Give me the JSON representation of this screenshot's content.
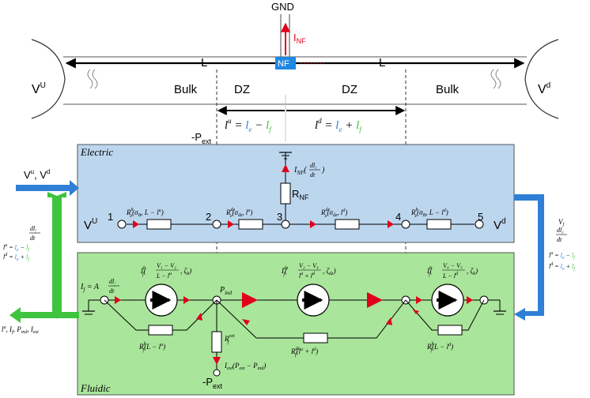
{
  "top": {
    "gnd": "GND",
    "i_nf_main": "I",
    "i_nf_sub": "NF",
    "nf_label": "NF",
    "length_left": "L",
    "length_right": "L",
    "v_up_main": "V",
    "v_up_sup": "U",
    "v_down_main": "V",
    "v_down_sup": "d",
    "bulk_left": "Bulk",
    "bulk_right": "Bulk",
    "dz_left": "DZ",
    "dz_right": "DZ",
    "lu_eq": {
      "lhs": "l",
      "lhs_sup": "u",
      "eq": " = ",
      "a": "l",
      "a_sub": "e",
      "op": " − ",
      "b": "l",
      "b_sub": "f"
    },
    "ld_eq": {
      "lhs": "l",
      "lhs_sup": "d",
      "eq": " = ",
      "a": "l",
      "a_sub": "e",
      "op": " + ",
      "b": "l",
      "b_sub": "f"
    },
    "p_ext_main": "-P",
    "p_ext_sub": "ext"
  },
  "electric": {
    "title": "Electric",
    "v_left_main": "V",
    "v_left_sup": "U",
    "v_right_main": "V",
    "v_right_sup": "d",
    "nodes": [
      "1",
      "2",
      "3",
      "4",
      "5"
    ],
    "r_nf": "R",
    "r_nf_sub": "NF",
    "i_nf_expr": "I",
    "i_nf_expr_sub": "NF",
    "i_nf_arg_num": "dl",
    "i_nf_arg_num_sub": "e",
    "i_nf_arg_den": "dt",
    "r1": {
      "main": "R",
      "sup": "b",
      "sub": "e",
      "args": "(σ",
      "args_sub": "B",
      "args_rest": ", L − l",
      "args_sup": "u",
      "close": ")"
    },
    "r2": {
      "main": "R",
      "sup": "dz",
      "sub": "e",
      "args": "(σ",
      "args_sub": "dz",
      "args_rest": ", l",
      "args_sup": "u",
      "close": ")"
    },
    "r3": {
      "main": "R",
      "sup": "dz",
      "sub": "e",
      "args": "(σ",
      "args_sub": "dz",
      "args_rest": ", l",
      "args_sup": "d",
      "close": ")"
    },
    "r4": {
      "main": "R",
      "sup": "b",
      "sub": "e",
      "args": "(σ",
      "args_sub": "B",
      "args_rest": ", L − l",
      "args_sup": "d",
      "close": ")"
    }
  },
  "fluidic": {
    "title": "Fluidic",
    "if_main": "I",
    "if_sub": "f",
    "if_eq": " = A",
    "if_num": "dl",
    "if_num_sub": "f",
    "if_den": "dt",
    "p_ind": "P",
    "p_ind_sub": "ind",
    "src1": {
      "main": "I",
      "sup": "b",
      "sub": "f",
      "num": "V₁ − V₂",
      "den": "L − l",
      "den_sup": "u",
      "tail": ", ζ",
      "tail_sub": "b"
    },
    "src2": {
      "main": "I",
      "sup": "dz",
      "sub": "f",
      "num": "V₂ − V₄",
      "den": "l",
      "den_sup": "u",
      "den_rest": " + l",
      "den_sup2": "d",
      "tail": ", ζ",
      "tail_sub": "dz"
    },
    "src3": {
      "main": "I",
      "sup": "b",
      "sub": "f",
      "num": "V₄ − V₅",
      "den": "L − l",
      "den_sup": "d",
      "tail": ", ζ",
      "tail_sub": "b"
    },
    "rf1": {
      "main": "R",
      "sup": "b",
      "sub": "f",
      "args": "(L − l",
      "args_sup": "u",
      "close": ")"
    },
    "rf_ext": {
      "main": "R",
      "sup": "ext",
      "sub": "f"
    },
    "rf2": {
      "main": "R",
      "sup": "dz",
      "sub": "f",
      "args": "(l",
      "args_sup": "u",
      "args_rest": " + l",
      "args_sup2": "d",
      "close": ")"
    },
    "rf3": {
      "main": "R",
      "sup": "b",
      "sub": "f",
      "args": "(L − l",
      "args_sup": "d",
      "close": ")"
    },
    "iext": {
      "main": "I",
      "sub": "ext",
      "args": "(P",
      "args_sub": "ext",
      "mid": " − P",
      "mid_sub": "ind",
      "close": ")"
    },
    "p_ext_main": "-P",
    "p_ext_sub": "ext"
  },
  "left_side": {
    "in_label_main": "V",
    "in_label_sup": "u",
    "in_label_rest": ", V",
    "in_label_sup2": "d",
    "dlf_num": "dl",
    "dlf_num_sub": "f",
    "dlf_den": "dt",
    "lu": "l",
    "lu_sup": "u",
    "lu_eq": " = ",
    "lu_a": "l",
    "lu_a_sub": "e",
    "lu_op": " − ",
    "lu_b": "l",
    "lu_b_sub": "f",
    "ld": "l",
    "ld_sup": "d",
    "ld_eq": " = ",
    "ld_a": "l",
    "ld_a_sub": "e",
    "ld_op": " + ",
    "ld_b": "l",
    "ld_b_sub": "f",
    "out_label": "l",
    "out_label_sup": "u",
    "out_label_rest": ", I",
    "out_label_sub": "f",
    "out_label_rest2": ", P",
    "out_label_sub2": "ind",
    "out_label_rest3": ", I",
    "out_label_sub3": "ext"
  },
  "right_side": {
    "v_f": "V",
    "v_f_sub": "f",
    "dle_num": "dl",
    "dle_num_sub": "e",
    "dle_den": "dt",
    "lu": "l",
    "lu_sup": "u",
    "lu_eq": " = ",
    "lu_a": "l",
    "lu_a_sub": "e",
    "lu_op": " − ",
    "lu_b": "l",
    "lu_b_sub": "f",
    "ld": "l",
    "ld_sup": "d",
    "ld_eq": " = ",
    "ld_a": "l",
    "ld_a_sub": "e",
    "ld_op": " + ",
    "ld_b": "l",
    "ld_b_sub": "f"
  },
  "colors": {
    "electric_bg": "#bcd6ee",
    "fluidic_bg": "#a9e59a",
    "blue": "#2f7fd6",
    "green": "#3ec43e",
    "red": "#e0001a",
    "nf_box": "#1e88e5"
  }
}
